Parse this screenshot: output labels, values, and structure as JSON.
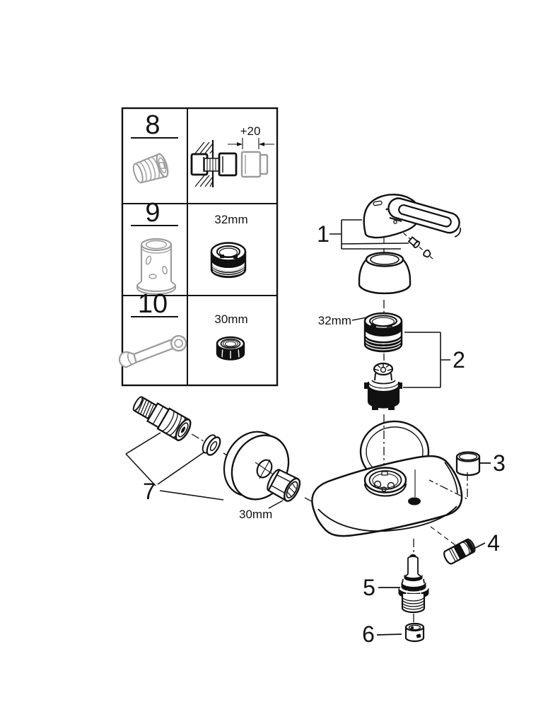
{
  "colors": {
    "line": "#111111",
    "grey": "#9b9b9b",
    "background": "#ffffff"
  },
  "parts_table": {
    "rows": [
      {
        "id": "8",
        "tool_icon": "threaded-extension-icon",
        "detail_icon": "wall-mounting-depth-diagram",
        "dimension": "+20"
      },
      {
        "id": "9",
        "tool_icon": "cartridge-socket-icon",
        "detail_icon": "cartridge-ring-nut-icon",
        "dimension": "32mm"
      },
      {
        "id": "10",
        "tool_icon": "open-end-wrench-icon",
        "detail_icon": "union-hex-nut-icon",
        "dimension": "30mm"
      }
    ]
  },
  "exploded_view": {
    "callouts": [
      {
        "n": "1",
        "part": "lever-handle-with-screw-and-cap"
      },
      {
        "n": "2",
        "part": "cartridge-with-ring-nut"
      },
      {
        "n": "3",
        "part": "plug-cap"
      },
      {
        "n": "4",
        "part": "outlet-plug"
      },
      {
        "n": "5",
        "part": "diverter-cartridge"
      },
      {
        "n": "6",
        "part": "check-valve-insert"
      },
      {
        "n": "7",
        "part": "s-union-washer-escutcheon-nut-set"
      }
    ],
    "dimensions": {
      "cartridge_nut": "32mm",
      "union_nut": "30mm"
    }
  }
}
